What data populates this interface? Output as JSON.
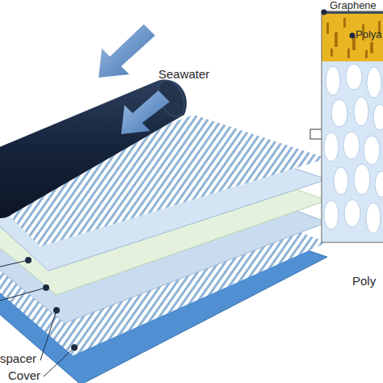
{
  "diagram": {
    "labels": [
      "Seawater",
      "Graphene",
      "Polya",
      "Poly",
      "spacer",
      "Cover"
    ]
  }
}
